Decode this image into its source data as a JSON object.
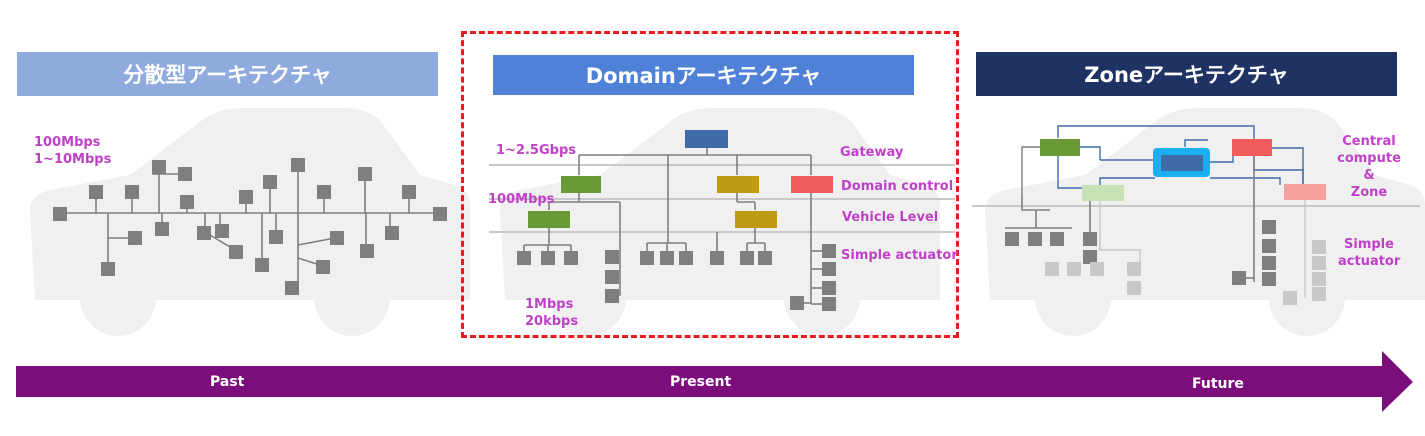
{
  "panels": [
    {
      "title": "分散型アーキテクチャ",
      "color": "#8faadc",
      "labels": {
        "speed_top": "100Mbps\n1~10Mbps"
      }
    },
    {
      "title": "Domainアーキテクチャ",
      "color": "#4f81d8",
      "labels": {
        "gbps": "1~2.5Gbps",
        "mbps": "100Mbps",
        "low": "1Mbps\n20kbps",
        "gateway": "Gateway",
        "domain_control": "Domain control",
        "vehicle_level": "Vehicle Level",
        "simple_actuator": "Simple actuator"
      }
    },
    {
      "title": "Zoneアーキテクチャ",
      "color": "#1f3264",
      "labels": {
        "central": "Central\ncompute\n&\nZone",
        "simple_actuator": "Simple\nactuator"
      }
    }
  ],
  "timeline": {
    "color": "#7b0e7b",
    "labels": [
      "Past",
      "Present",
      "Future"
    ]
  },
  "colors": {
    "ecu_gray": "#7f7f7f",
    "gateway_blue": "#3f6ba8",
    "green": "#6a9a35",
    "gold": "#c09a12",
    "red": "#f25b5b",
    "light_green": "#c7e0b4",
    "light_red": "#f7a0a0",
    "central_blue": "#1ab0f0",
    "label_magenta": "#c040c8"
  }
}
